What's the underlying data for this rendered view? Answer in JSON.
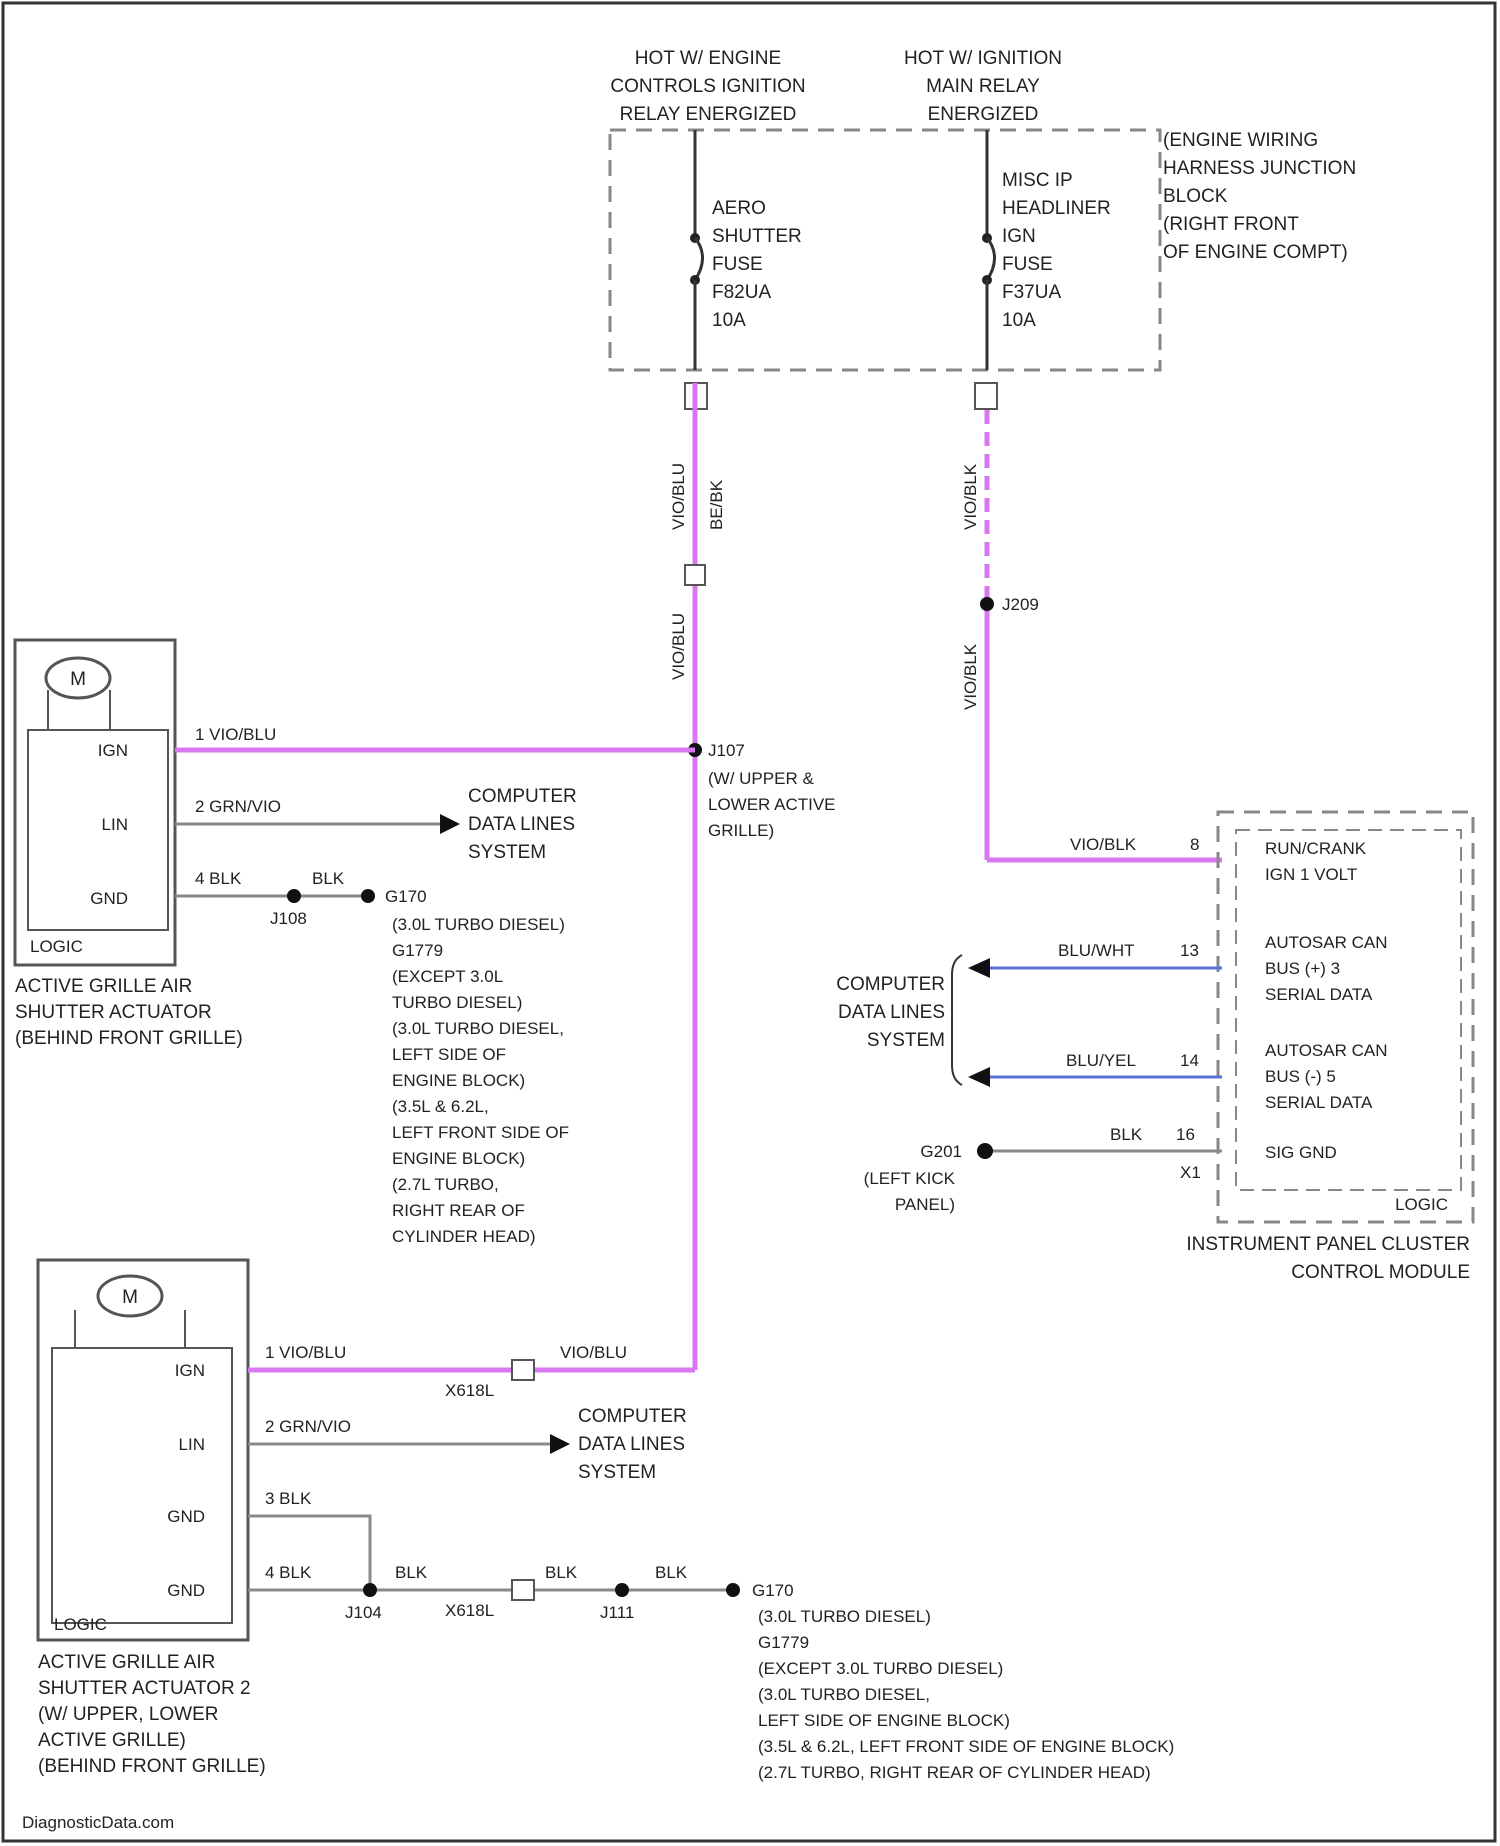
{
  "colors": {
    "violet_wire": "#d877f0",
    "blue_wire": "#5a6fd8",
    "gray_wire": "#8a8a8a",
    "green_wire": "#6f8f6f",
    "dashed_box": "#888888",
    "line": "#333333"
  },
  "top_left_header": [
    "HOT W/ ENGINE",
    "CONTROLS IGNITION",
    "RELAY ENERGIZED"
  ],
  "top_right_header": [
    "HOT W/ IGNITION",
    "MAIN RELAY",
    "ENERGIZED"
  ],
  "junction_block": [
    "(ENGINE WIRING",
    "HARNESS JUNCTION",
    "BLOCK",
    "(RIGHT FRONT",
    "OF ENGINE COMPT)"
  ],
  "fuse_left": [
    "AERO",
    "SHUTTER",
    "FUSE",
    "F82UA",
    "10A"
  ],
  "fuse_right": [
    "MISC IP",
    "HEADLINER",
    "IGN",
    "FUSE",
    "F37UA",
    "10A"
  ],
  "wire_left_top_a": "VIO/BLU",
  "wire_left_top_b": "BE/BK",
  "wire_left_mid": "VIO/BLU",
  "wire_right_top": "VIO/BLK",
  "wire_right_mid": "VIO/BLK",
  "splice_s209": "J209",
  "splice_j107": [
    "J107",
    "(W/ UPPER &",
    "LOWER ACTIVE",
    "GRILLE)"
  ],
  "actuator1": {
    "motor": "M",
    "pins": [
      "IGN",
      "LIN",
      "GND"
    ],
    "logic": "LOGIC",
    "wire1": "1  VIO/BLU",
    "wire2": "2  GRN/VIO",
    "wire4": "4  BLK",
    "wire_blk": "BLK",
    "splice": "J108",
    "label": [
      "ACTIVE GRILLE AIR",
      "SHUTTER ACTUATOR",
      "(BEHIND FRONT GRILLE)"
    ]
  },
  "computer_data_1": [
    "COMPUTER",
    "DATA LINES",
    "SYSTEM"
  ],
  "ground_g170_text": "G170",
  "ground_notes_1": [
    "(3.0L TURBO DIESEL)",
    "G1779",
    "(EXCEPT 3.0L",
    "TURBO DIESEL)",
    "(3.0L TURBO DIESEL,",
    "LEFT SIDE OF",
    "ENGINE BLOCK)",
    "(3.5L & 6.2L,",
    "LEFT FRONT SIDE OF",
    "ENGINE BLOCK)",
    "(2.7L TURBO,",
    "RIGHT REAR OF",
    "CYLINDER HEAD)"
  ],
  "cluster": {
    "pins": [
      {
        "num": "8",
        "wire": "VIO/BLK",
        "label": [
          "RUN/CRANK",
          "IGN 1 VOLT"
        ]
      },
      {
        "num": "13",
        "wire": "BLU/WHT",
        "label": [
          "AUTOSAR CAN",
          "BUS (+) 3",
          "SERIAL DATA"
        ]
      },
      {
        "num": "14",
        "wire": "BLU/YEL",
        "label": [
          "AUTOSAR CAN",
          "BUS (-) 5",
          "SERIAL DATA"
        ]
      },
      {
        "num": "16",
        "wire": "BLK",
        "label": [
          "SIG GND"
        ]
      }
    ],
    "connector": "X1",
    "logic": "LOGIC",
    "name": [
      "INSTRUMENT PANEL CLUSTER",
      "CONTROL MODULE"
    ]
  },
  "computer_data_2": [
    "COMPUTER",
    "DATA LINES",
    "SYSTEM"
  ],
  "ground_g201": [
    "G201",
    "(LEFT KICK",
    "PANEL)"
  ],
  "actuator2": {
    "motor": "M",
    "pins": [
      "IGN",
      "LIN",
      "GND",
      "GND"
    ],
    "logic": "LOGIC",
    "wire1": "1  VIO/BLU",
    "wire1b": "VIO/BLU",
    "conn": "X618L",
    "wire2": "2  GRN/VIO",
    "wire3": "3  BLK",
    "wire4": "4  BLK",
    "wire_blk_a": "BLK",
    "wire_blk_b": "BLK",
    "wire_blk_c": "BLK",
    "conn2": "X618L",
    "splice_a": "J104",
    "splice_b": "J111",
    "label": [
      "ACTIVE GRILLE AIR",
      "SHUTTER ACTUATOR 2",
      "(W/ UPPER, LOWER",
      "ACTIVE GRILLE)",
      "(BEHIND FRONT GRILLE)"
    ]
  },
  "computer_data_3": [
    "COMPUTER",
    "DATA LINES",
    "SYSTEM"
  ],
  "ground_g170_2": "G170",
  "ground_notes_2": [
    "(3.0L TURBO DIESEL)",
    "G1779",
    "(EXCEPT 3.0L TURBO DIESEL)",
    "(3.0L TURBO DIESEL,",
    "LEFT SIDE OF ENGINE BLOCK)",
    "(3.5L & 6.2L, LEFT FRONT SIDE OF ENGINE BLOCK)",
    "(2.7L TURBO, RIGHT REAR OF CYLINDER HEAD)"
  ],
  "watermark": "DiagnosticData.com"
}
